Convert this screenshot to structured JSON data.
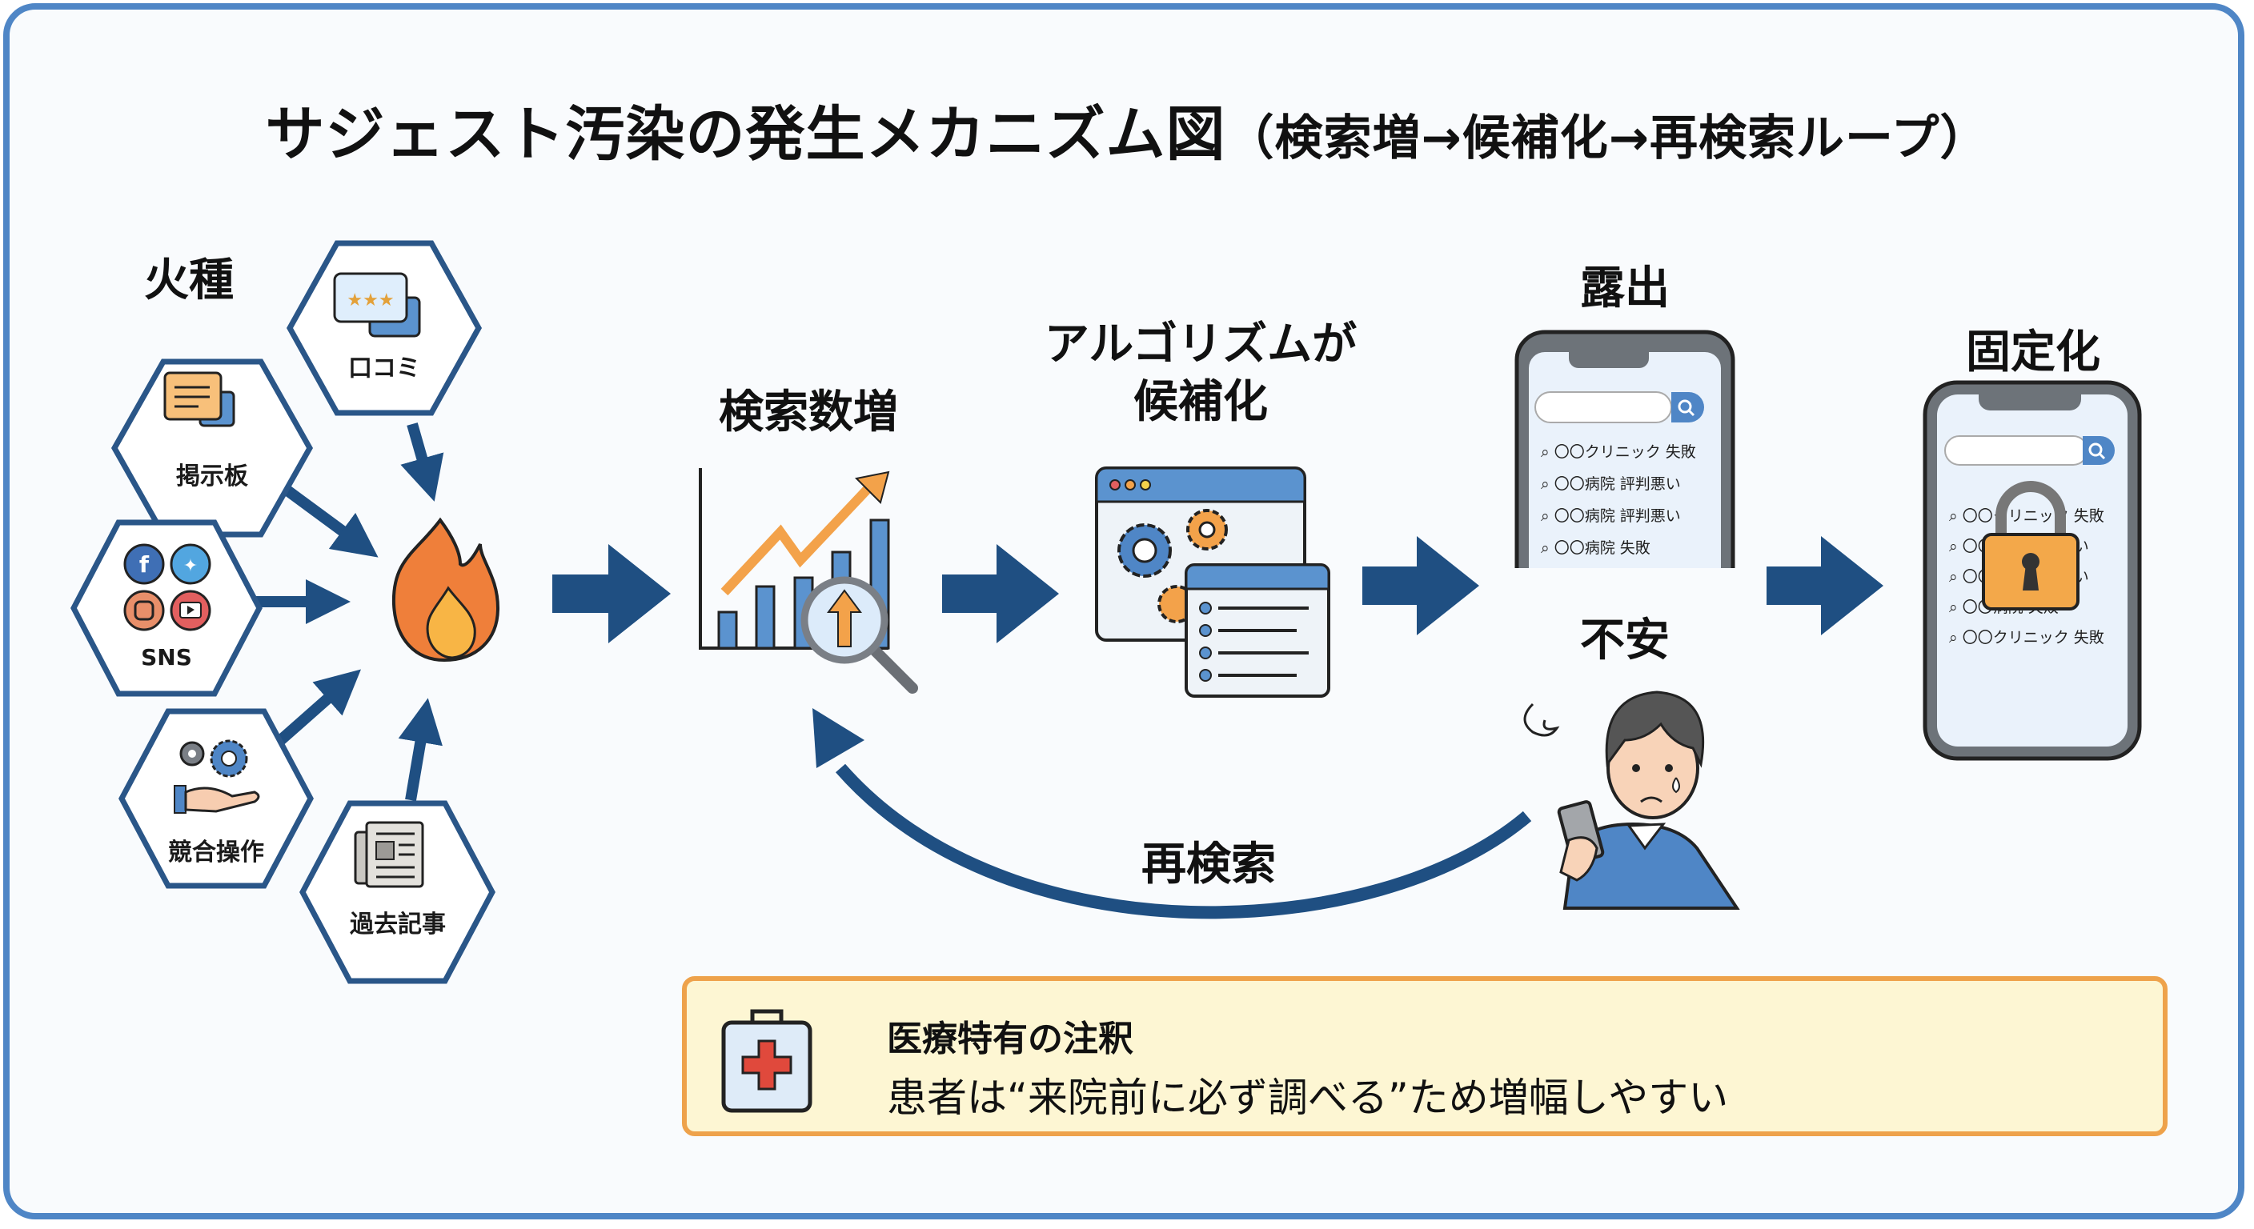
{
  "title": {
    "main": "サジェスト汚染の発生メカニズム図",
    "sub": "（検索増→候補化→再検索ループ）"
  },
  "sources": {
    "heading": "火種",
    "items": [
      {
        "label": "掲示板",
        "icon": "chat-bubbles-icon"
      },
      {
        "label": "口コミ",
        "icon": "star-review-icon"
      },
      {
        "label": "SNS",
        "icon": "social-media-icon"
      },
      {
        "label": "競合操作",
        "icon": "gears-hand-icon"
      },
      {
        "label": "過去記事",
        "icon": "newspaper-icon"
      }
    ],
    "center_icon": "flame-icon"
  },
  "steps": {
    "search_increase": {
      "label": "検索数増",
      "icon": "chart-magnifier-icon"
    },
    "algorithm": {
      "label_line1": "アルゴリズムが",
      "label_line2": "候補化",
      "icon": "browser-gears-icon"
    },
    "exposure": {
      "label": "露出",
      "icon": "smartphone-icon",
      "suggestions": [
        "〇〇クリニック 失敗",
        "〇〇病院 評判悪い",
        "〇〇病院 評判悪い",
        "〇〇病院 失敗"
      ]
    },
    "anxiety": {
      "label": "不安",
      "icon": "worried-person-icon"
    },
    "fixation": {
      "label": "固定化",
      "icon": "locked-smartphone-icon",
      "suggestions": [
        "〇〇クリニック 失敗",
        "〇〇病院 評判悪い",
        "〇〇病院 評判悪い",
        "〇〇病院 失敗",
        "〇〇クリニック 失敗"
      ]
    },
    "loop_label": "再検索"
  },
  "note": {
    "icon": "medical-kit-icon",
    "title": "医療特有の注釈",
    "body": "患者は“来院前に必ず調べる”ため増幅しやすい"
  },
  "colors": {
    "frame": "#4f86c6",
    "arrow": "#1f4f82",
    "accent_orange": "#f3a24a",
    "note_border": "#eea24b",
    "note_bg": "#fdf6d3"
  }
}
